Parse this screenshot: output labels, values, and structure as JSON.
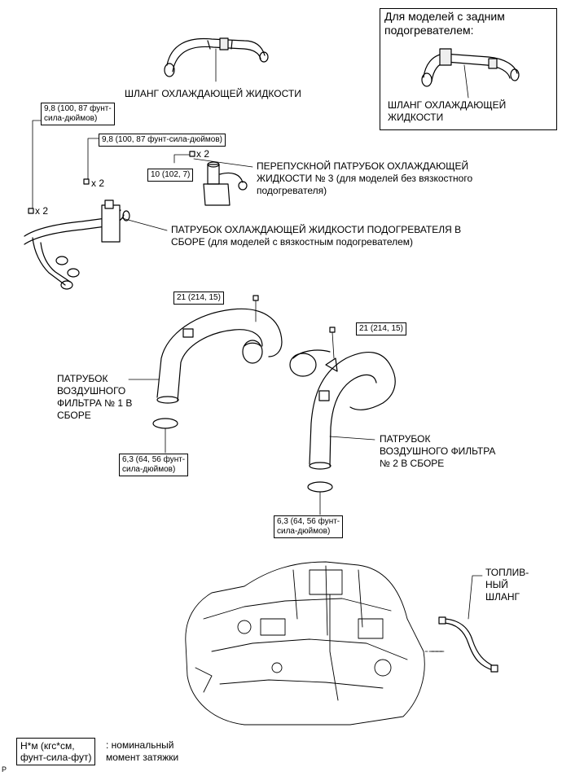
{
  "inset": {
    "title": "Для моделей с задним\nподогревателем:",
    "hose_label": "ШЛАНГ ОХЛАЖДАЮЩЕЙ\nЖИДКОСТИ"
  },
  "labels": {
    "coolant_hose": "ШЛАНГ ОХЛАЖДАЮЩЕЙ ЖИДКОСТИ",
    "bypass_pipe": "ПЕРЕПУСКНОЙ ПАТРУБОК ОХЛАЖДАЮЩЕЙ\nЖИДКОСТИ № 3 (для моделей без вязкостного\nподогревателя)",
    "heater_pipe": "ПАТРУБОК ОХЛАЖДАЮЩЕЙ ЖИДКОСТИ ПОДОГРЕВАТЕЛЯ В\nСБОРЕ (для моделей с вязкостным подогревателем)",
    "air_pipe_1": "ПАТРУБОК\nВОЗДУШНОГО\nФИЛЬТРА № 1 В\nСБОРЕ",
    "air_pipe_2": "ПАТРУБОК\nВОЗДУШНОГО ФИЛЬТРА\n№ 2 В СБОРЕ",
    "fuel_hose": "ТОПЛИВ-\nНЫЙ\nШЛАНГ",
    "qty_x2_a": "x 2",
    "qty_x2_b": "x 2",
    "qty_x2_c": "x 2"
  },
  "torques": {
    "t1": "9,8 (100, 87 фунт-\nсила-дюймов)",
    "t2": "9,8 (100, 87 фунт-сила-дюймов)",
    "t3": "10 (102, 7)",
    "t4": "21 (214, 15)",
    "t5": "21 (214, 15)",
    "t6": "6,3 (64, 56 фунт-\nсила-дюймов)",
    "t7": "6,3 (64, 56 фунт-\nсила-дюймов)"
  },
  "legend": {
    "box": "Н*м (кгс*см,\nфунт-сила-фут)",
    "text": ": номинальный\nмомент затяжки",
    "page_mark": "P"
  }
}
